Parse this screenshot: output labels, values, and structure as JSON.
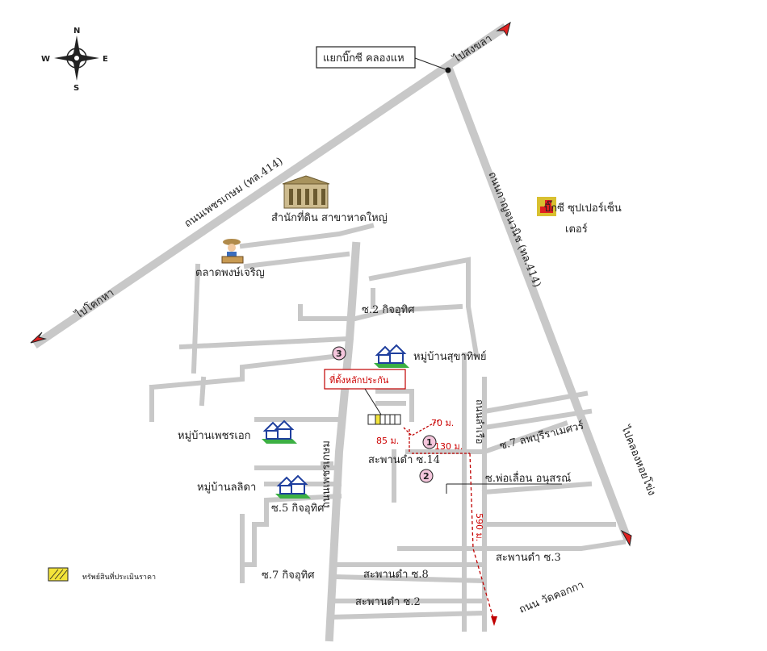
{
  "compass": {
    "n": "N",
    "s": "S",
    "e": "E",
    "w": "W"
  },
  "junction_label": "แยกบิ๊กซี คลองแห",
  "directions": {
    "top_right": "ไปสงขลา",
    "left": "ไปโคกหา",
    "bottom_right": "ไปคลองหอยโข่ง"
  },
  "roads": {
    "diagonal": "ถนนเพชรเกษม (ทล.414)",
    "east": "ถนนกาญจนวนิช (ทล.414)",
    "vertical": "ถนนเพชรเกษม",
    "kam_rueam": "ถนนลำเรือ",
    "school_rd": "ถนน วัดคอกกา"
  },
  "landmarks": {
    "land_office": "สำนักที่ดิน สาขาหาดใหญ่",
    "market": "ตลาดพงษ์เจริญ",
    "bigc_line1": "บิ๊กซี ซุปเปอร์เซ็น",
    "bigc_line2": "เตอร์"
  },
  "villages": {
    "sukhathip": "หมู่บ้านสุขาทิพย์",
    "phet": "หมู่บ้านเพชรเอก",
    "salida": "หมู่บ้านลลิดา"
  },
  "sois": {
    "s2_top": "ซ.2 กิจอุทิศ",
    "s5": "ซ.5 กิจอุทิศ",
    "s7_left": "ซ.7 กิจอุทิศ",
    "saphan14": "สะพานดำ ซ.14",
    "s7_right": "ซ.7 ลพบุรีราเมศวร์",
    "pho_luean": "ซ.พ่อเลื่อน อนุสรณ์",
    "saphan3": "สะพานดำ ซ.3",
    "saphan8": "สะพานดำ ซ.8",
    "saphan2": "สะพานดำ ซ.2"
  },
  "subject": "ที่ตั้งหลักประกัน",
  "distances": {
    "d70": "70 ม.",
    "d85": "85 ม.",
    "d130": "130 ม.",
    "d590": "590 ม."
  },
  "markers": [
    "1",
    "2",
    "3"
  ],
  "legend": "ทรัพย์สินที่ประเมินราคา",
  "colors": {
    "road": "#c8c8c8",
    "arrow": "#e02020",
    "dist": "#c00000",
    "village_green": "#3cb043",
    "legend_yellow": "#f3e43a"
  }
}
